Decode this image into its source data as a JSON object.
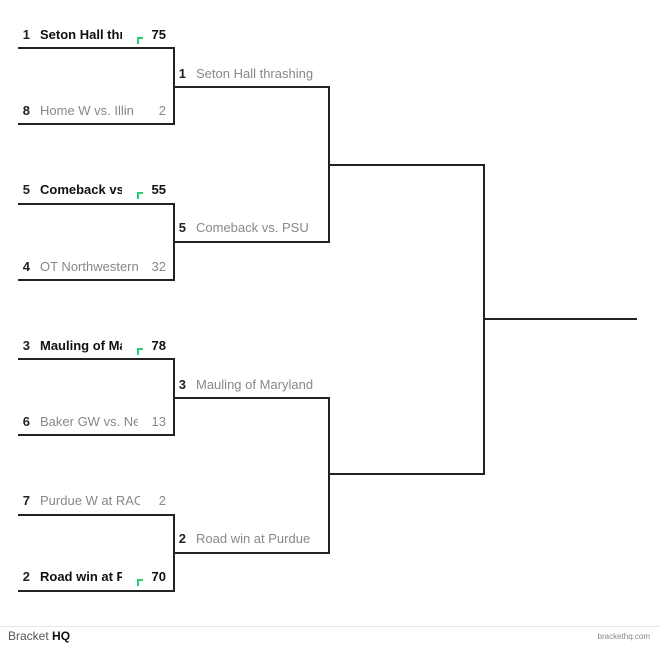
{
  "round1": [
    {
      "seed": "1",
      "name": "Seton Hall thrashing",
      "score": "75",
      "winner": true
    },
    {
      "seed": "8",
      "name": "Home W vs. Illinois",
      "score": "2",
      "winner": false
    },
    {
      "seed": "5",
      "name": "Comeback vs. PSU",
      "score": "55",
      "winner": true
    },
    {
      "seed": "4",
      "name": "OT Northwestern",
      "score": "32",
      "winner": false
    },
    {
      "seed": "3",
      "name": "Mauling of Maryland",
      "score": "78",
      "winner": true
    },
    {
      "seed": "6",
      "name": "Baker GW vs. Neb",
      "score": "13",
      "winner": false
    },
    {
      "seed": "7",
      "name": "Purdue W at RAC",
      "score": "2",
      "winner": false
    },
    {
      "seed": "2",
      "name": "Road win at Purdue",
      "score": "70",
      "winner": true
    }
  ],
  "round2": [
    {
      "seed": "1",
      "name": "Seton Hall thrashing"
    },
    {
      "seed": "5",
      "name": "Comeback vs. PSU"
    },
    {
      "seed": "3",
      "name": "Mauling of Maryland"
    },
    {
      "seed": "2",
      "name": "Road win at Purdue"
    }
  ],
  "footer": {
    "brand_light": "Bracket",
    "brand_bold": "HQ",
    "site": "brackethq.com"
  }
}
